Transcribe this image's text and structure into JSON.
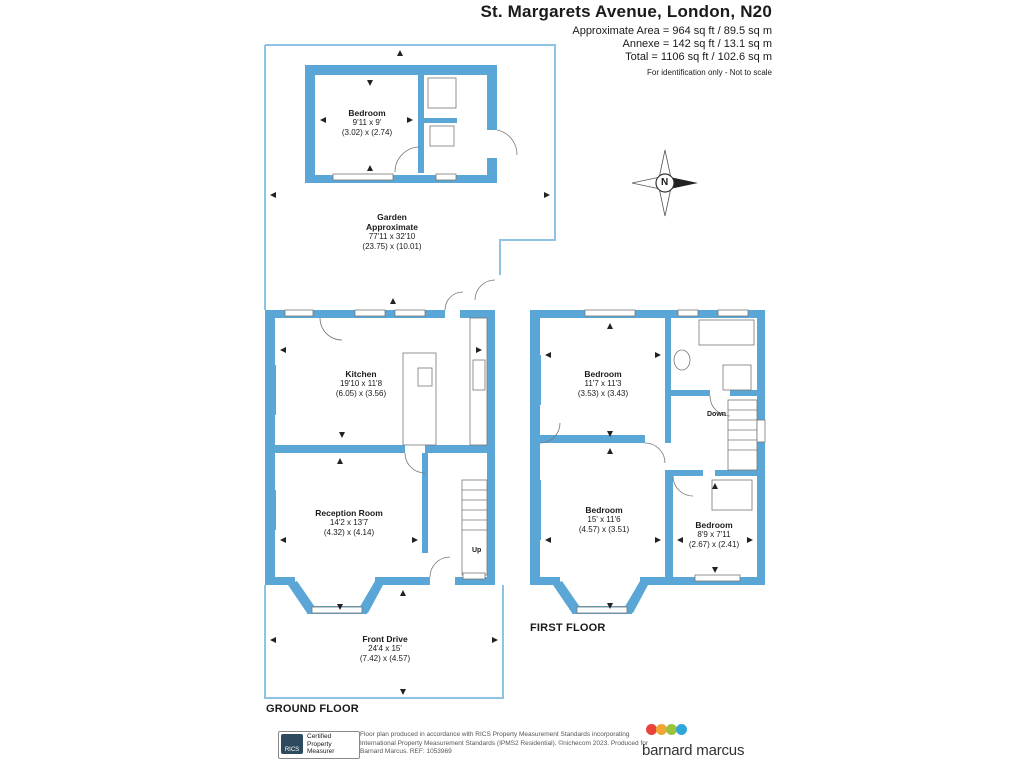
{
  "header": {
    "title": "St. Margarets Avenue, London, N20",
    "approx_area": "Approximate Area = 964 sq ft / 89.5 sq m",
    "annexe": "Annexe = 142 sq ft / 13.1 sq m",
    "total": "Total = 1106 sq ft / 102.6 sq m",
    "note": "For identification only - Not to scale"
  },
  "floors": {
    "ground": "GROUND FLOOR",
    "first": "FIRST FLOOR"
  },
  "rooms": {
    "annexe_bedroom": {
      "name": "Bedroom",
      "imperial": "9'11 x 9'",
      "metric": "(3.02) x (2.74)"
    },
    "garden": {
      "name1": "Garden",
      "name2": "Approximate",
      "imperial": "77'11 x 32'10",
      "metric": "(23.75) x (10.01)"
    },
    "kitchen": {
      "name": "Kitchen",
      "imperial": "19'10 x 11'8",
      "metric": "(6.05) x (3.56)"
    },
    "reception": {
      "name": "Reception Room",
      "imperial": "14'2 x 13'7",
      "metric": "(4.32) x (4.14)"
    },
    "front_drive": {
      "name": "Front Drive",
      "imperial": "24'4 x 15'",
      "metric": "(7.42) x (4.57)"
    },
    "first_bedroom_1": {
      "name": "Bedroom",
      "imperial": "11'7 x 11'3",
      "metric": "(3.53) x (3.43)"
    },
    "first_bedroom_2": {
      "name": "Bedroom",
      "imperial": "15' x 11'6",
      "metric": "(4.57) x (3.51)"
    },
    "first_bedroom_3": {
      "name": "Bedroom",
      "imperial": "8'9 x 7'11",
      "metric": "(2.67) x (2.41)"
    }
  },
  "stairs": {
    "up": "Up",
    "down": "Down"
  },
  "compass": {
    "letter": "N"
  },
  "footer": {
    "rics_line1": "Certified",
    "rics_line2": "Property",
    "rics_line3": "Measurer",
    "rics_logo": "RICS",
    "disclaimer": "Floor plan produced in accordance with RICS Property Measurement Standards incorporating International Property Measurement Standards (IPMS2 Residential). ©nichecom 2023. Produced for Barnard Marcus.   REF: 1053969",
    "brand": "barnard marcus"
  },
  "colors": {
    "wall": "#5aa6d6",
    "outline": "#8fc3e6",
    "brand_dots": [
      "#e8443a",
      "#f3a533",
      "#9ac33c",
      "#33a6d9"
    ]
  }
}
